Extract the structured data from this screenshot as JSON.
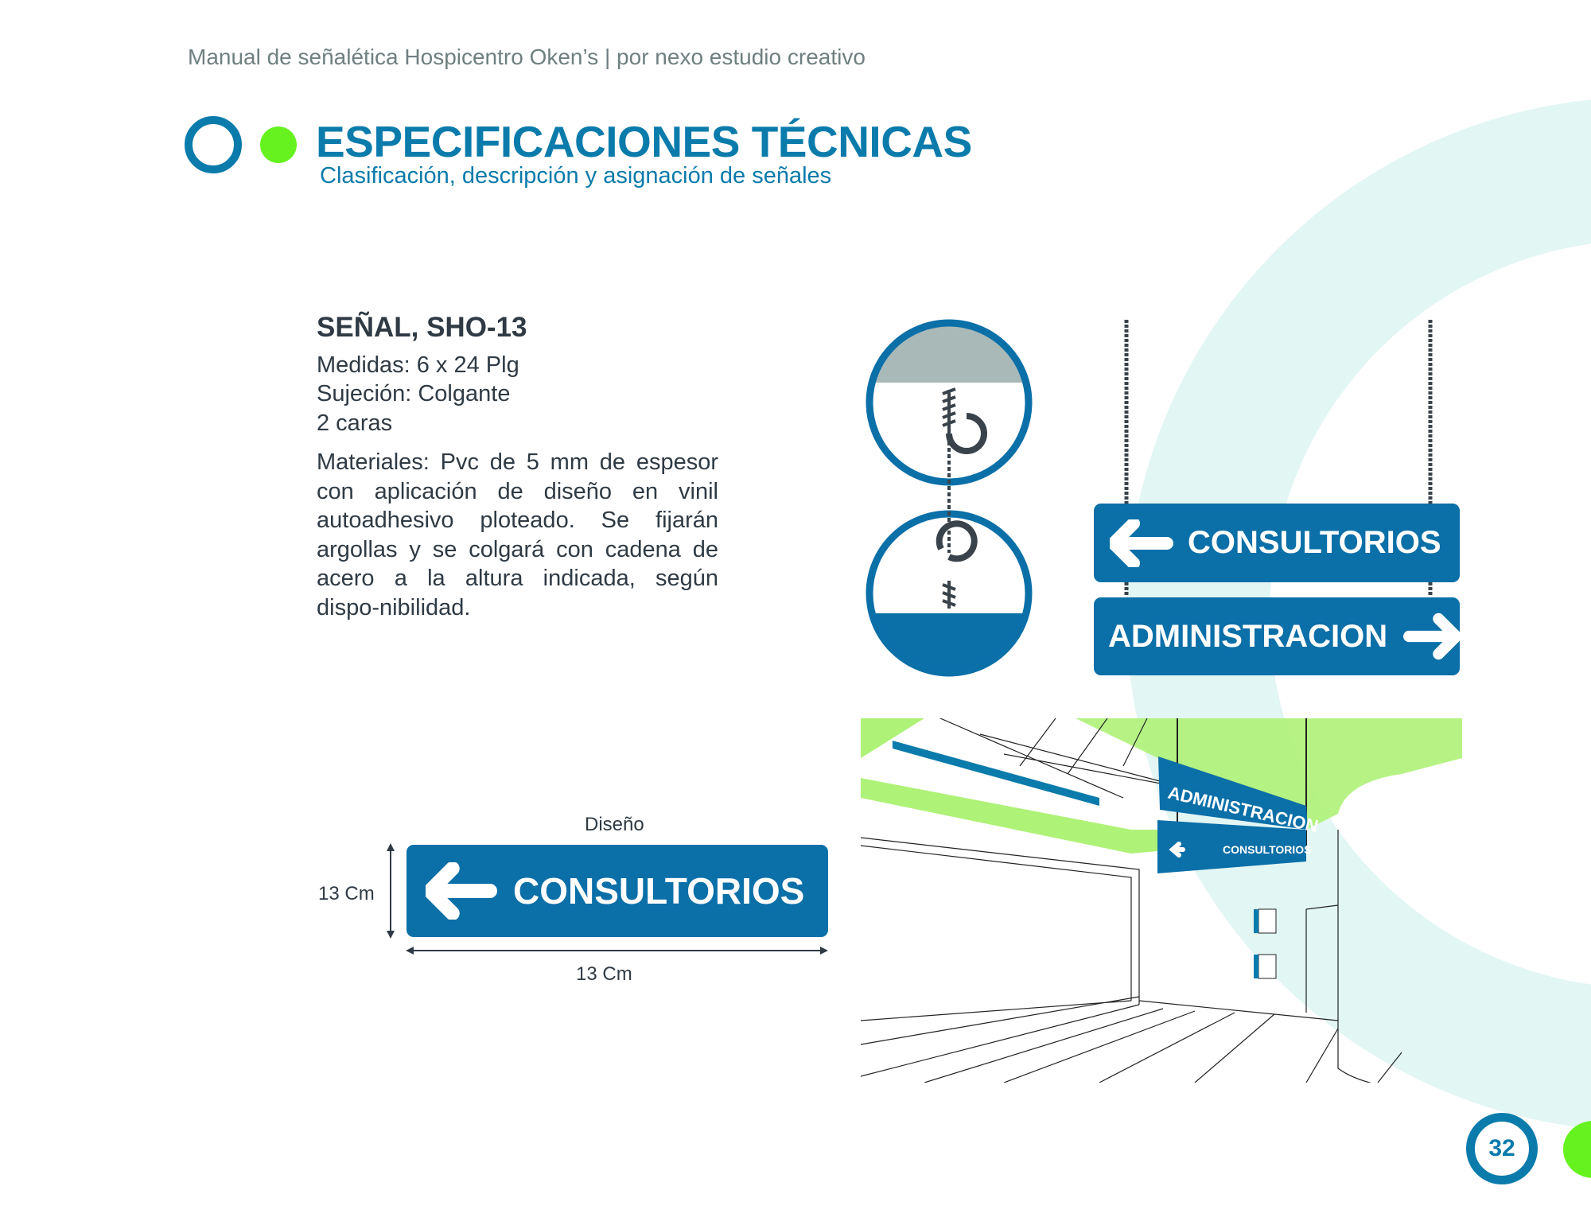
{
  "header": {
    "running_title": "Manual de señalética Hospicentro Oken’s | por nexo estudio creativo"
  },
  "section": {
    "title": "ESPECIFICACIONES TÉCNICAS",
    "subtitle": "Clasificación, descripción y asignación de señales"
  },
  "signal": {
    "name": "SEÑAL, SHO-13",
    "measures": "Medidas: 6 x 24 Plg",
    "fastening": "Sujeción: Colgante",
    "faces": "2 caras",
    "materials": "Materiales: Pvc de 5 mm de espesor con aplicación de diseño en vinil autoadhesivo ploteado. Se fijarán argollas y se colgará con cadena de acero a la altura indicada, según dispo-nibilidad."
  },
  "hanging_signs": {
    "sign1": "CONSULTORIOS",
    "sign2": "ADMINISTRACION"
  },
  "design": {
    "label": "Diseño",
    "sign_text": "CONSULTORIOS",
    "height_label": "13 Cm",
    "width_label": "13 Cm"
  },
  "illustration": {
    "sign1": "ADMINISTRACION",
    "sign2": "CONSULTORIOS"
  },
  "page_number": "32",
  "colors": {
    "brand_blue": "#0b7bab",
    "sign_blue": "#0b6fa8",
    "green": "#66f21f",
    "light_green": "#aef277",
    "teal_bg": "#e2f6f4"
  }
}
